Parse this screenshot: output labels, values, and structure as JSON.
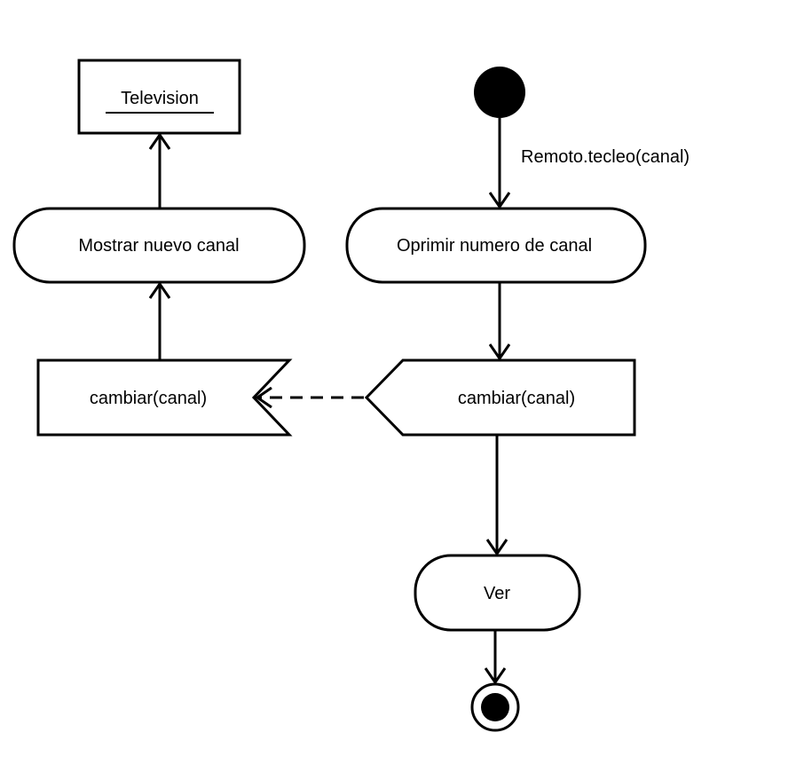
{
  "diagram": {
    "type": "UML activity diagram",
    "object_node": {
      "label": "Television",
      "underlined": true
    },
    "initial_node": {
      "kind": "initial-state"
    },
    "final_node": {
      "kind": "final-state"
    },
    "actions": {
      "mostrar": "Mostrar nuevo canal",
      "oprimir": "Oprimir numero de canal",
      "ver": "Ver"
    },
    "signals": {
      "send": "cambiar(canal)",
      "receive": "cambiar(canal)"
    },
    "edges": {
      "initial_to_oprimir": "Remoto.tecleo(canal)"
    }
  }
}
